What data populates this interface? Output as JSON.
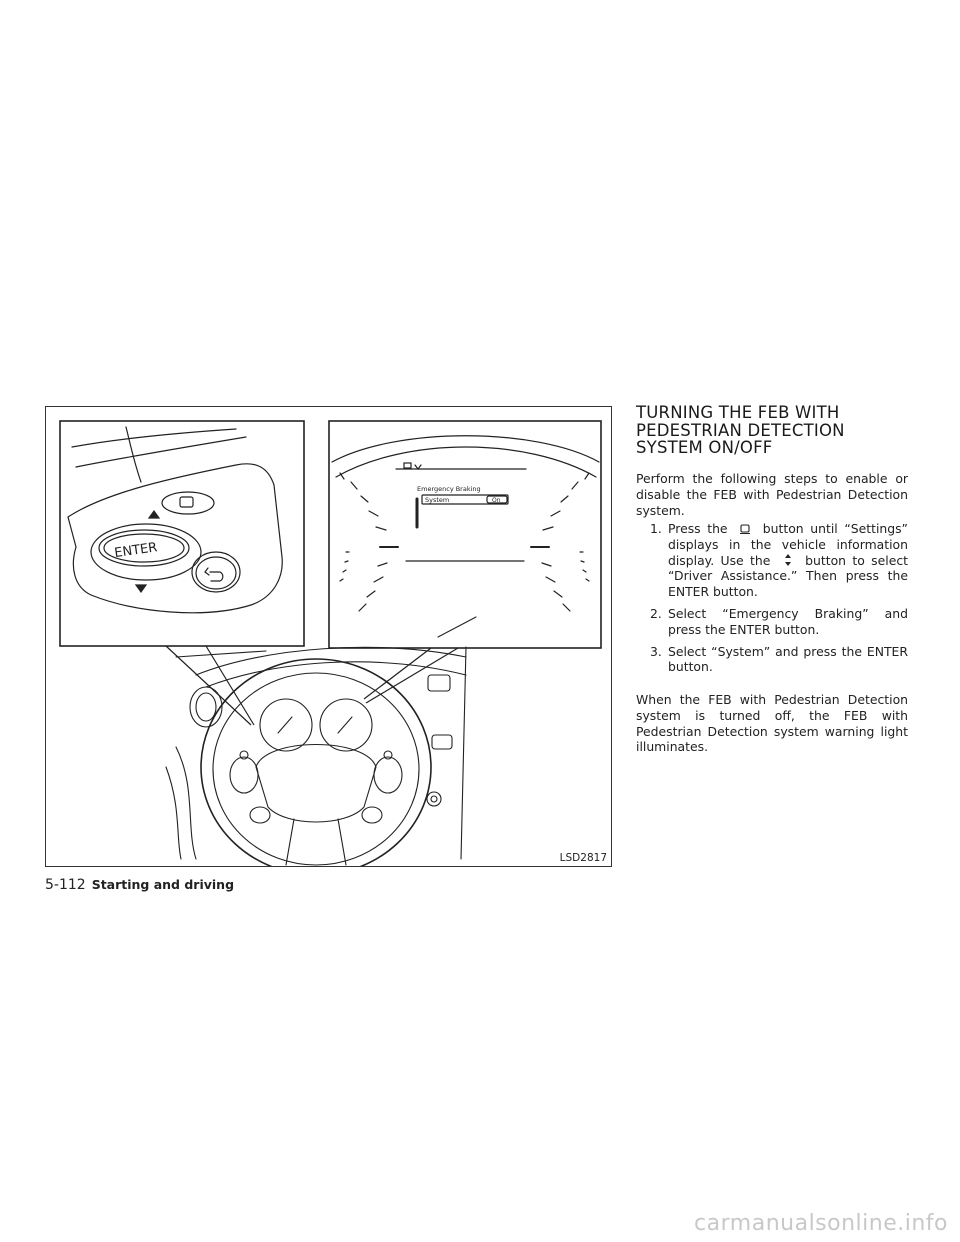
{
  "figure": {
    "code": "LSD2817",
    "enter_label": "ENTER",
    "display_title": "Emergency Braking",
    "display_row_label": "System",
    "display_row_value": "On"
  },
  "section": {
    "heading": "TURNING THE FEB WITH\nPEDESTRIAN DETECTION\nSYSTEM ON/OFF",
    "intro": "Perform the following steps to enable or disable the FEB with Pedestrian Detection system.",
    "steps": [
      {
        "num": "1.",
        "before": "Press the",
        "icon": "menu-button-icon",
        "after": "button until “Settings” displays in the vehicle information display. Use the",
        "icon2": "up-down-arrows-icon",
        "after2": "button to select “Driver Assistance.” Then press the ENTER button."
      },
      {
        "num": "2.",
        "text": "Select “Emergency Braking” and press the ENTER button."
      },
      {
        "num": "3.",
        "text": "Select “System” and press the ENTER button."
      }
    ],
    "outro": "When the FEB with Pedestrian Detection system is turned off, the FEB with Pedestrian Detection system warning light illuminates."
  },
  "footer": {
    "page_number": "5-112",
    "section_name": "Starting and driving"
  },
  "watermark": "carmanualsonline.info"
}
